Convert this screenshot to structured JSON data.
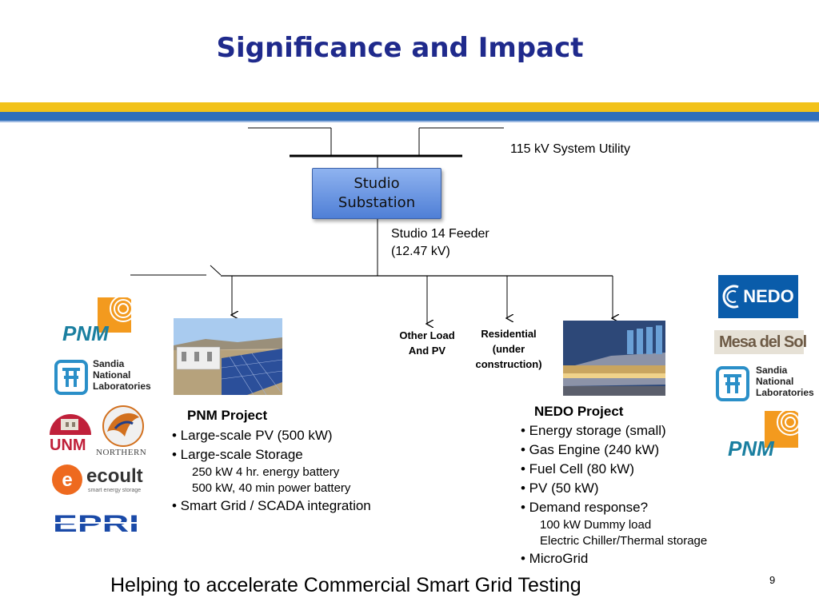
{
  "slide": {
    "title": "Significance and Impact",
    "footer": "Helping to accelerate Commercial Smart Grid Testing",
    "page_number": "9"
  },
  "diagram": {
    "utility_label": "115  kV System Utility",
    "substation_line1": "Studio",
    "substation_line2": "Substation",
    "feeder_line1": "Studio 14 Feeder",
    "feeder_line2": "(12.47 kV)",
    "other_load_line1": "Other Load",
    "other_load_line2": "And PV",
    "residential_line1": "Residential",
    "residential_line2": "(under",
    "residential_line3": "construction)"
  },
  "pnm_project": {
    "title": "PNM Project",
    "items": [
      "• Large-scale PV (500 kW)",
      "• Large-scale Storage",
      "250 kW 4 hr. energy battery",
      "500 kW, 40 min power battery",
      "• Smart Grid / SCADA integration"
    ]
  },
  "nedo_project": {
    "title": "NEDO Project",
    "items": [
      "• Energy storage (small)",
      "• Gas Engine (240 kW)",
      "• Fuel Cell (80 kW)",
      "• PV (50 kW)",
      "• Demand response?",
      "100 kW Dummy load",
      "Electric Chiller/Thermal storage",
      "• MicroGrid"
    ]
  },
  "logos": {
    "pnm": "PNM",
    "sandia": [
      "Sandia",
      "National",
      "Laboratories"
    ],
    "unm": "UNM",
    "northern": "NORTHERN",
    "ecoult": "ecoult",
    "ecoult_tag": "smart energy storage",
    "epri": "EPRI",
    "nedo": "NEDO",
    "mesa": "Mesa del Sol"
  },
  "colors": {
    "title": "#1f2a8c",
    "band_gold": "#f2c21a",
    "band_blue": "#2f6fbb",
    "substation": "#6f98e2"
  }
}
